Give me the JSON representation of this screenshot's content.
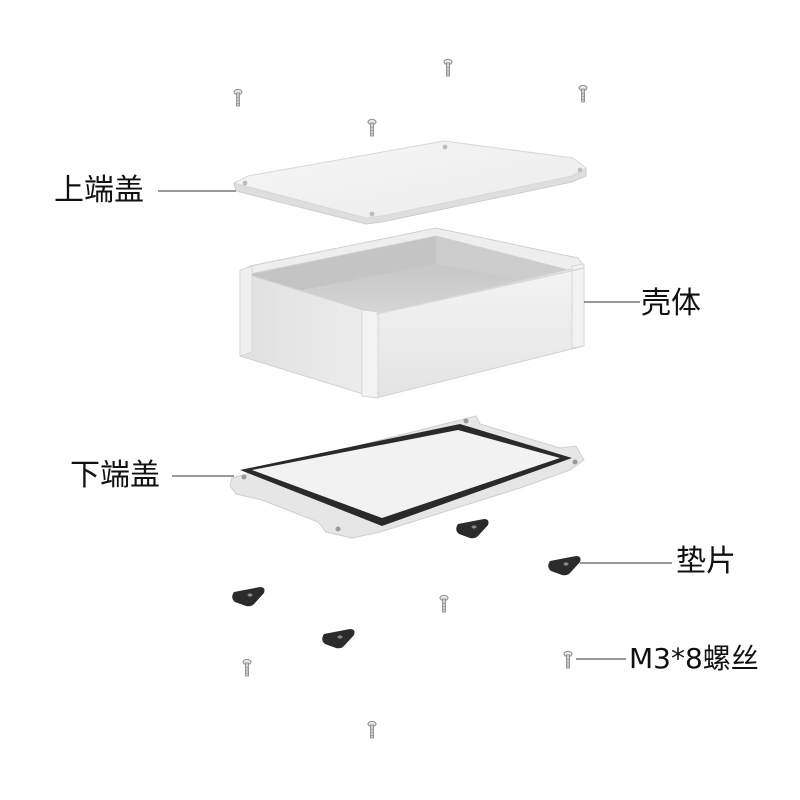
{
  "labels": {
    "top_cover": "上端盖",
    "shell": "壳体",
    "bottom_cover": "下端盖",
    "gasket_washer": "垫片",
    "screw": "M3*8螺丝"
  },
  "colors": {
    "cover_fill": "#f1f1f1",
    "cover_edge": "#d3d3d3",
    "shell_fill": "#ececec",
    "shell_inner": "#c9c9c9",
    "gasket_dark": "#2a2a2a",
    "leader_line": "#333333",
    "text": "#111111"
  }
}
